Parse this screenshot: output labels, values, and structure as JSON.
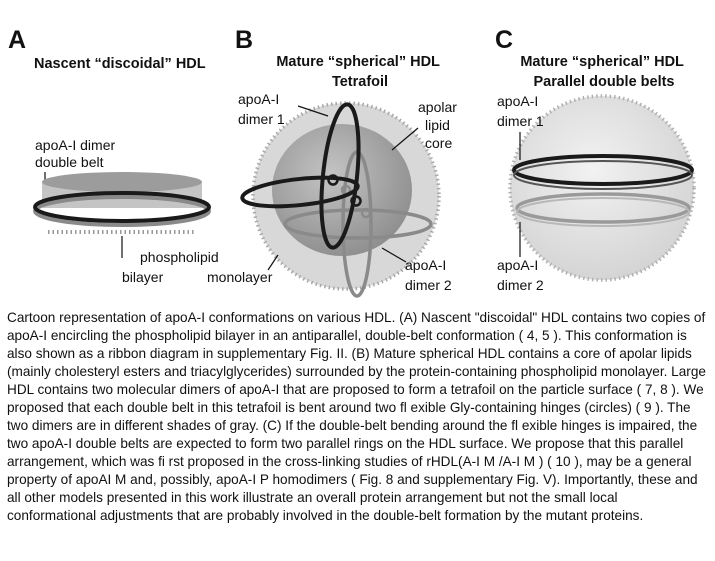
{
  "panels": {
    "a": {
      "letter": "A",
      "title": "Nascent “discoidal” HDL",
      "label_dimer": [
        "apoA-I dimer",
        "double belt"
      ],
      "label_bilayer": [
        "phospholipid",
        "bilayer"
      ]
    },
    "b": {
      "letter": "B",
      "title": [
        "Mature “spherical” HDL",
        "Tetrafoil"
      ],
      "label_dimer1": [
        "apoA-I",
        "dimer 1"
      ],
      "label_core": [
        "apolar",
        "lipid",
        "core"
      ],
      "label_monolayer": "monolayer",
      "label_dimer2": [
        "apoA-I",
        "dimer 2"
      ]
    },
    "c": {
      "letter": "C",
      "title": [
        "Mature “spherical” HDL",
        "Parallel double belts"
      ],
      "label_dimer1": [
        "apoA-I",
        "dimer 1"
      ],
      "label_dimer2": [
        "apoA-I",
        "dimer 2"
      ]
    }
  },
  "caption": "Cartoon representation of apoA-I conformations on various HDL. (A) Nascent \"discoidal\" HDL contains two copies of apoA-I encircling the phospholipid bilayer in an antiparallel, double-belt conformation ( 4, 5 ). This conformation is also shown as a ribbon diagram in supplementary Fig. II. (B) Mature spherical HDL contains a core of apolar lipids (mainly cholesteryl esters and triacylglycerides) surrounded by the protein-containing phospholipid monolayer. Large HDL contains two molecular dimers of apoA-I that are proposed to form a tetrafoil on the particle surface ( 7, 8 ). We proposed that each double belt in this tetrafoil is bent around two fl exible Gly-containing hinges (circles) ( 9 ). The two dimers are in different shades of gray. (C) If the double-belt bending around the fl exible hinges is impaired, the two apoA-I double belts are expected to form two parallel rings on the HDL surface. We propose that this parallel arrangement, which was fi rst proposed in the cross-linking studies of rHDL(A-I M /A-I M ) ( 10 ), may be a general property of apoAI M and, possibly, apoA-I P homodimers ( Fig. 8 and supplementary Fig. V). Importantly, these and all other models presented in this work illustrate an overall protein arrangement but not the small local conformational adjustments that are probably involved in the double-belt formation by the mutant proteins.",
  "colors": {
    "dark_belt": "#1a1a1a",
    "light_belt": "#8a8a8a",
    "halo": "#d6d6d6",
    "core": "#9a9a9a",
    "bilayer": "#bdbdbd"
  }
}
